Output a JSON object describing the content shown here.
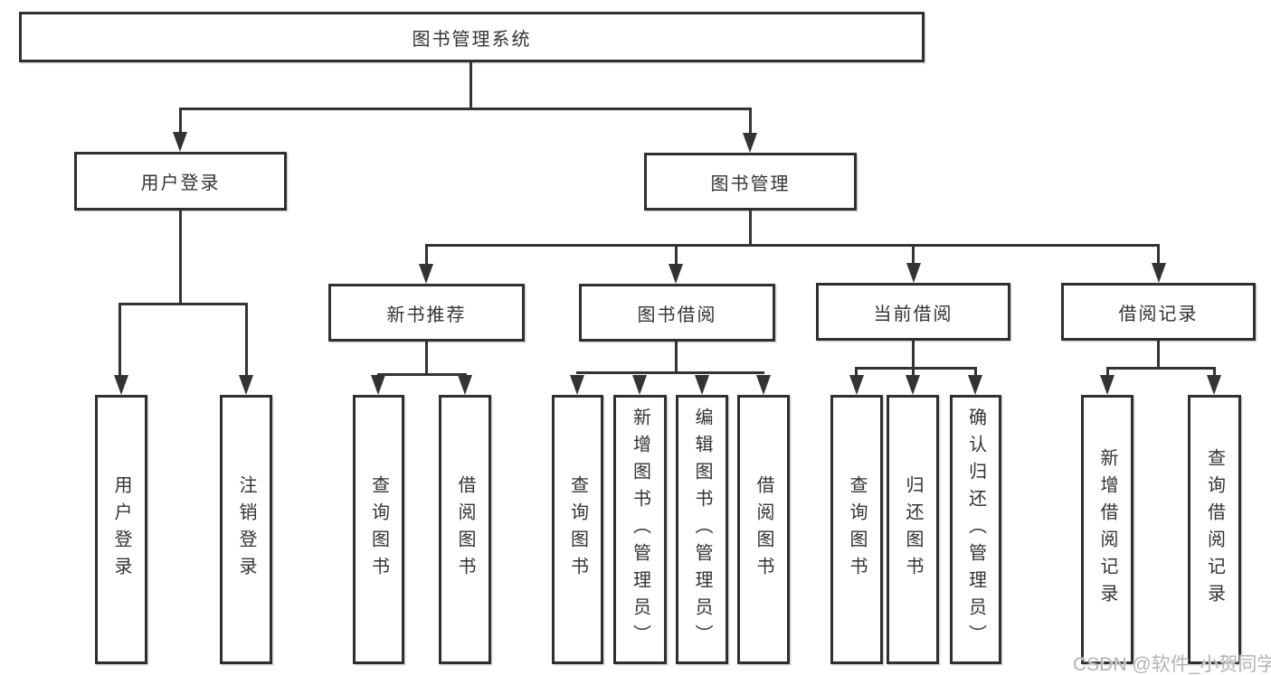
{
  "colors": {
    "background": "#ffffff",
    "line": "#333333",
    "box_border": "#2f2f2f",
    "text": "#333333",
    "watermark": "#b3b3b3"
  },
  "diagram": {
    "root": {
      "label": "图书管理系统"
    },
    "branches": [
      {
        "label": "用户登录",
        "children": [
          "用户登录",
          "注销登录"
        ]
      },
      {
        "label": "图书管理",
        "children_groups": [
          {
            "label": "新书推荐",
            "children": [
              "查询图书",
              "借阅图书"
            ]
          },
          {
            "label": "图书借阅",
            "children": [
              "查询图书",
              "新增图书（管理员）",
              "编辑图书（管理员）",
              "借阅图书"
            ]
          },
          {
            "label": "当前借阅",
            "children": [
              "查询图书",
              "归还图书",
              "确认归还（管理员）"
            ]
          },
          {
            "label": "借阅记录",
            "children": [
              "新增借阅记录",
              "查询借阅记录"
            ]
          }
        ]
      }
    ]
  },
  "watermark": "CSDN @软件_小贺同学"
}
